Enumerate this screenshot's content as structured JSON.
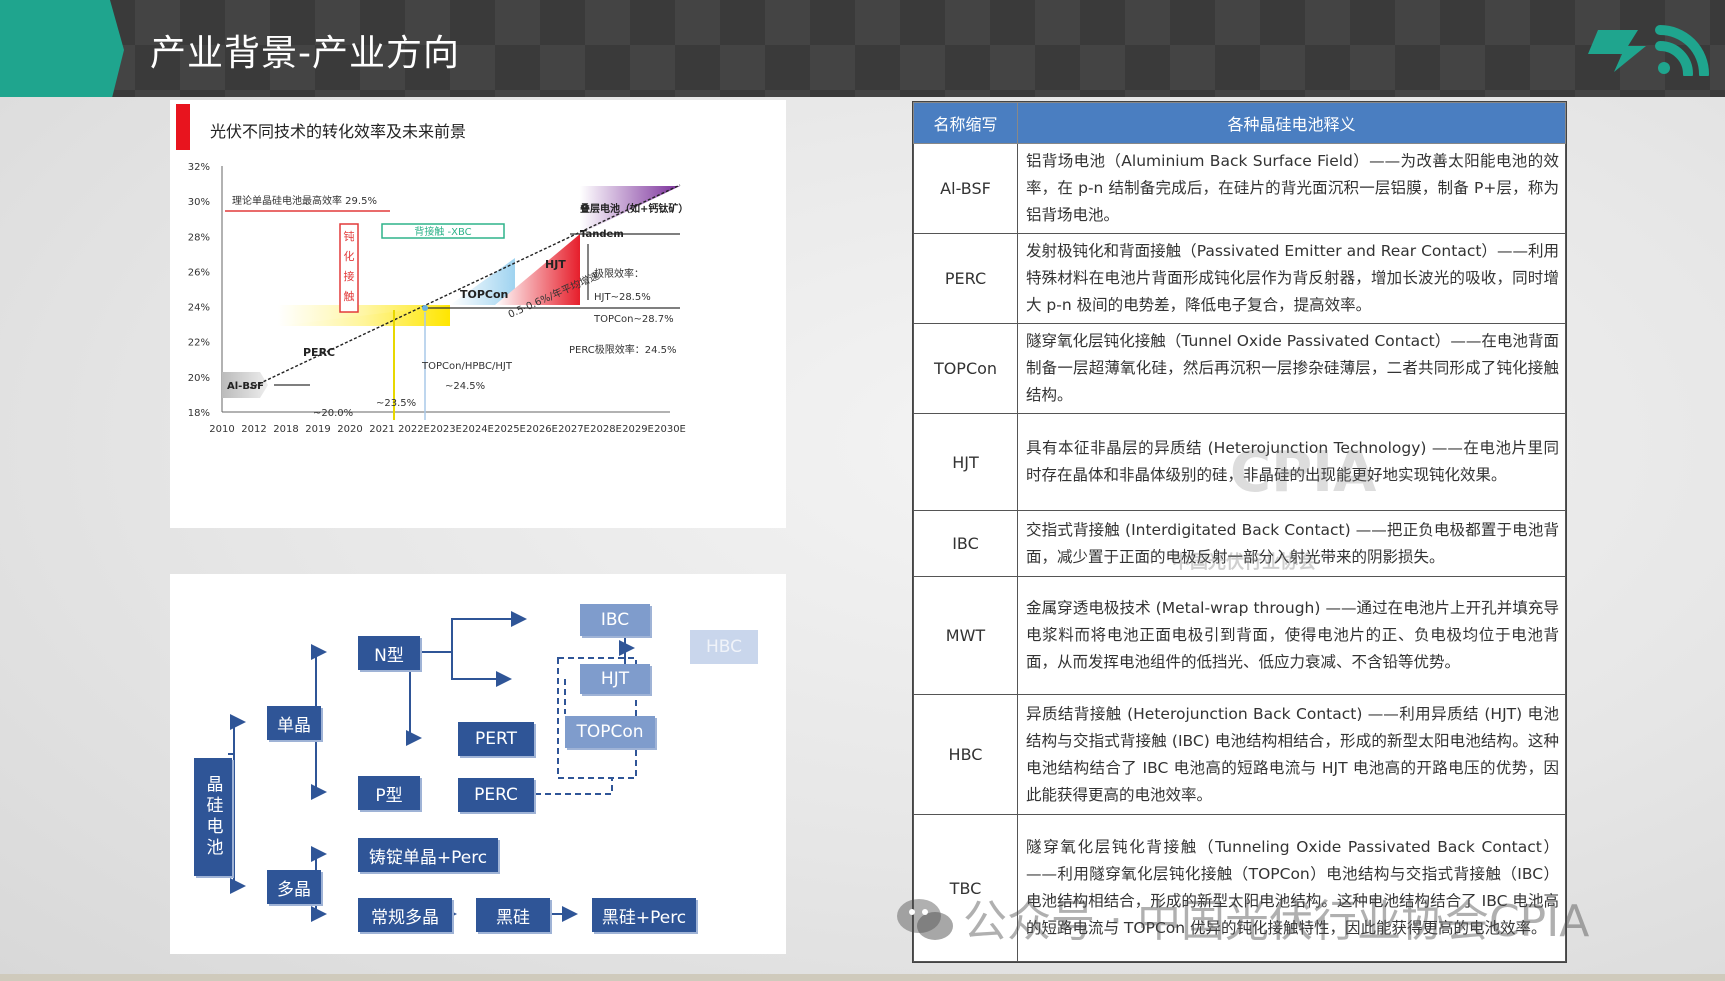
{
  "header": {
    "title": "产业背景-产业方向",
    "accent_color": "#1fa58e"
  },
  "chart_data": {
    "type": "line",
    "title": "光伏不同技术的转化效率及未来前景",
    "xlabel": "",
    "ylabel": "",
    "x_ticks": [
      "2010",
      "2012",
      "2018",
      "2019",
      "2020",
      "2021",
      "2022E",
      "2023E",
      "2024E",
      "2025E",
      "2026E",
      "2027E",
      "2028E",
      "2029E",
      "2030E"
    ],
    "y_ticks": [
      "32%",
      "30%",
      "28%",
      "26%",
      "24%",
      "22%",
      "20%",
      "18%"
    ],
    "ylim": [
      18,
      32
    ],
    "series": [
      {
        "name": "",
        "x": [
          "2010",
          "2030E"
        ],
        "y": [
          19.3,
          30.9
        ]
      }
    ],
    "regions": [
      "Al-BSF",
      "PERC",
      "TOPCon",
      "HJT",
      "Tandem",
      "叠层电池（如+钙钛矿）"
    ],
    "annotations": {
      "theory": "理论单晶硅电池最高效率 29.5%",
      "passivation": [
        "钝",
        "化",
        "接",
        "触"
      ],
      "xbc": "背接触 -XBC",
      "growth": "0.5-0.6%/年平均增速",
      "limit_title": "极限效率：",
      "limit_hjt": "HJT~28.5%",
      "limit_topcon": "TOPCon~28.7%",
      "perc_limit": "PERC极限效率：24.5%",
      "hpbc": "TOPCon/HPBC/HJT",
      "hpbc_val": "~24.5%",
      "v20": "~20.0%",
      "v235": "~23.5%"
    }
  },
  "tree": {
    "root": "晶硅电池",
    "mono": "单晶",
    "multi": "多晶",
    "ntype": "N型",
    "ptype": "P型",
    "ibc": "IBC",
    "hjt": "HJT",
    "topcon": "TOPCon",
    "hbc": "HBC",
    "pert": "PERT",
    "perc": "PERC",
    "cast": "铸锭单晶+Perc",
    "regular": "常规多晶",
    "black": "黑硅",
    "blackperc": "黑硅+Perc"
  },
  "table": {
    "headers": [
      "名称缩写",
      "各种晶硅电池释义"
    ],
    "rows": [
      {
        "abbr": "Al-BSF",
        "desc": "铝背场电池（Aluminium Back Surface Field）——为改善太阳能电池的效率，在 p-n 结制备完成后，在硅片的背光面沉积一层铝膜，制备 P+层，称为铝背场电池。"
      },
      {
        "abbr": "PERC",
        "desc": "发射极钝化和背面接触（Passivated Emitter and Rear Contact）——利用特殊材料在电池片背面形成钝化层作为背反射器，增加长波光的吸收，同时增大 p-n 极间的电势差，降低电子复合，提高效率。"
      },
      {
        "abbr": "TOPCon",
        "desc": "隧穿氧化层钝化接触（Tunnel Oxide Passivated Contact）——在电池背面制备一层超薄氧化硅，然后再沉积一层掺杂硅薄层，二者共同形成了钝化接触结构。"
      },
      {
        "abbr": "HJT",
        "desc": "具有本征非晶层的异质结 (Heterojunction Technology) ——在电池片里同时存在晶体和非晶体级别的硅，非晶硅的出现能更好地实现钝化效果。"
      },
      {
        "abbr": "IBC",
        "desc": "交指式背接触 (Interdigitated Back Contact) ——把正负电极都置于电池背面，减少置于正面的电极反射一部分入射光带来的阴影损失。"
      },
      {
        "abbr": "MWT",
        "desc": "金属穿透电极技术 (Metal-wrap through) ——通过在电池片上开孔并填充导电浆料而将电池正面电极引到背面，使得电池片的正、负电极均位于电池背面，从而发挥电池组件的低挡光、低应力衰减、不含铅等优势。"
      },
      {
        "abbr": "HBC",
        "desc": "异质结背接触 (Heterojunction Back Contact) ——利用异质结 (HJT) 电池结构与交指式背接触 (IBC) 电池结构相结合，形成的新型太阳电池结构。这种电池结构结合了 IBC 电池高的短路电流与 HJT 电池高的开路电压的优势，因此能获得更高的电池效率。"
      },
      {
        "abbr": "TBC",
        "desc": "隧穿氧化层钝化背接触（Tunneling Oxide Passivated Back Contact）——利用隧穿氧化层钝化接触（TOPCon）电池结构与交指式背接触（IBC）电池结构相结合，形成的新型太阳电池结构。这种电池结构结合了 IBC 电池高的短路电流与 TOPCon 优异的钝化接触特性，因此能获得更高的电池效率。"
      }
    ]
  },
  "watermark": {
    "text": "公众号 · 中国光伏行业协会CPIA",
    "logo": "CPIA",
    "logo_sub": "中国光伏行业协会"
  }
}
